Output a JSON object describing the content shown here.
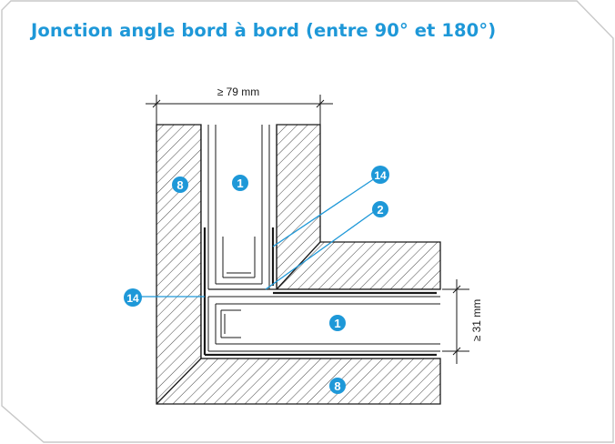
{
  "title": "Jonction angle bord à bord (entre 90° et 180°)",
  "dimensions": {
    "width_label": "≥ 79 mm",
    "thickness_label": "≥ 31 mm"
  },
  "markers": {
    "m1_top": "1",
    "m1_right": "1",
    "m8_left": "8",
    "m8_bottom": "8",
    "m14_top": "14",
    "m14_left": "14",
    "m2": "2"
  },
  "colors": {
    "accent": "#1e98d8",
    "frame": "#c8c8c8",
    "line": "#1a1a1a",
    "background": "#ffffff"
  }
}
